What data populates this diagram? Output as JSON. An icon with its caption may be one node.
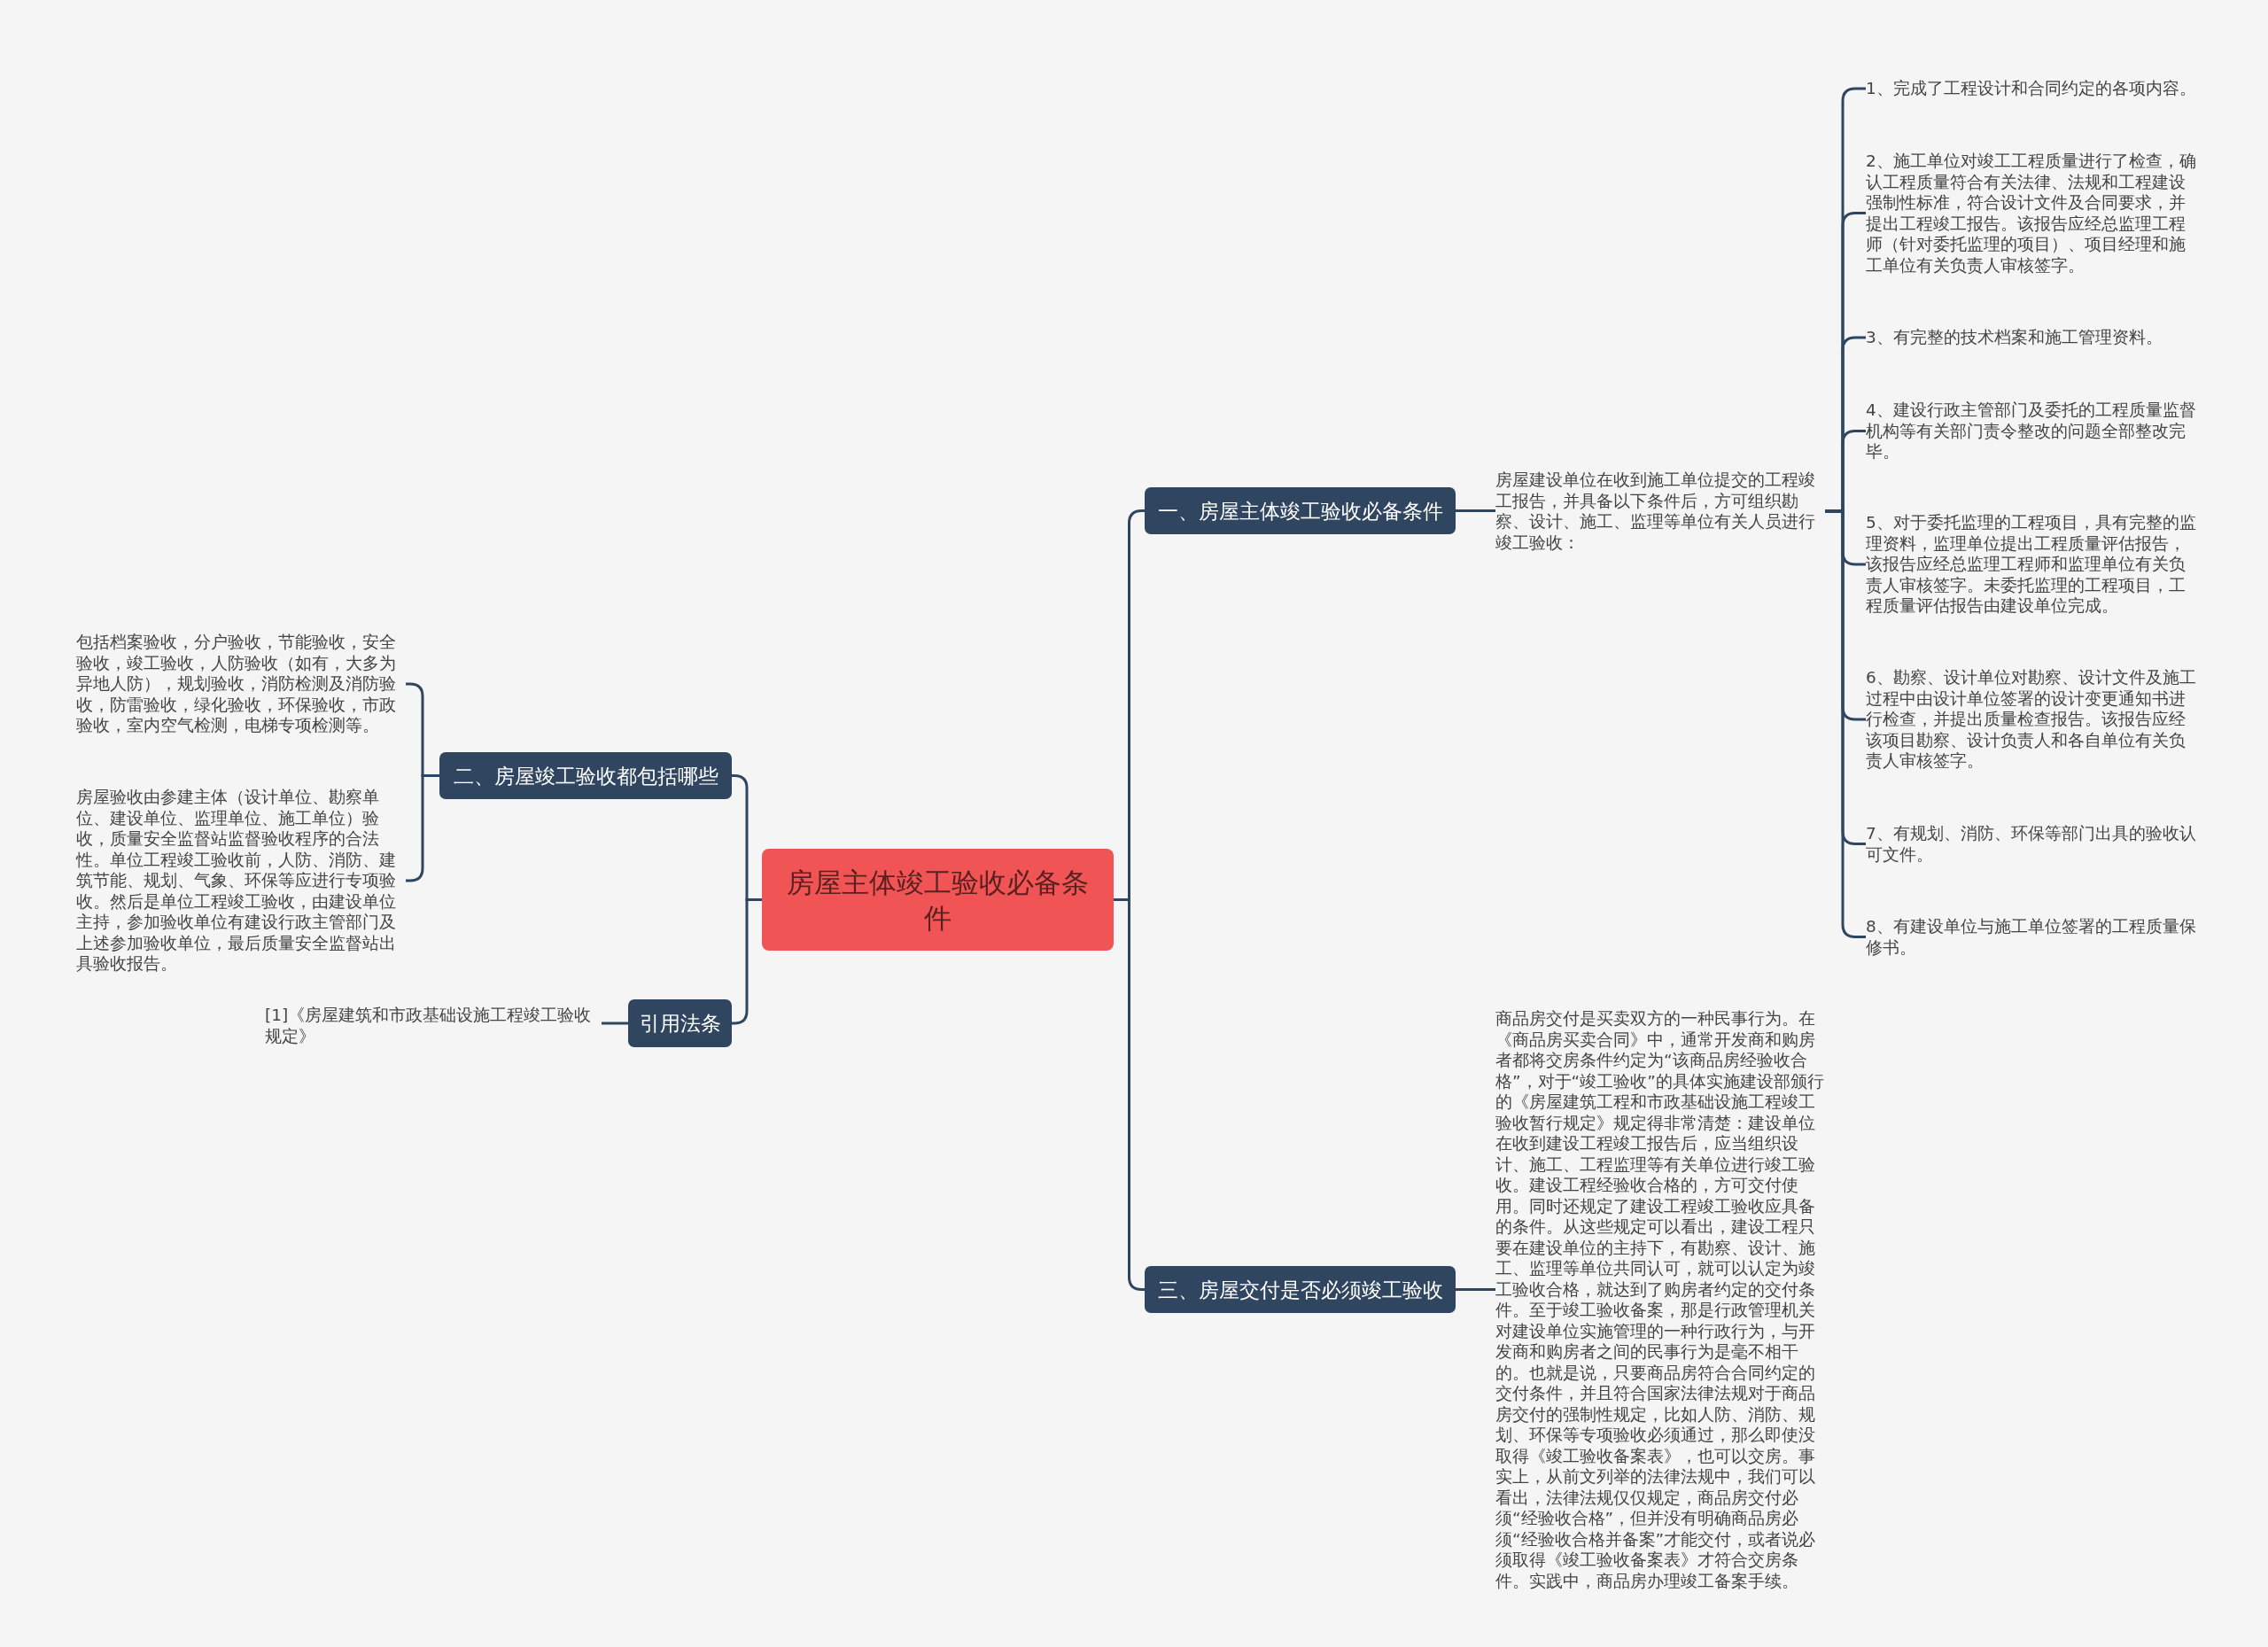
{
  "diagram": {
    "nodes": [
      {
        "text": [
          "房屋主体竣工验收必备条件"
        ]
      },
      {
        "text": [
          "一、房屋主体竣工验收必备条件"
        ]
      },
      {
        "text": [
          "房屋建设单位在收到施工单位提交的工程竣工报告，并具备以下条件后，方可组织勘察、设计、施工、监理等单位有关人员进行竣工验收："
        ]
      },
      {
        "text": [
          "1、完成了工程设计和合同约定的各项内容。"
        ]
      },
      {
        "text": [
          "2、施工单位对竣工工程质量进行了检查，确认工程质量符合有关法律、法规和工程建设强制性标准，符合设计文件及合同要求，并提出工程竣工报告。该报告应经总监理工程师（针对委托监理的项目）、项目经理和施工单位有关负责人审核签字。"
        ]
      },
      {
        "text": [
          "3、有完整的技术档案和施工管理资料。"
        ]
      },
      {
        "text": [
          "4、建设行政主管部门及委托的工程质量监督机构等有关部门责令整改的问题全部整改完毕。"
        ]
      },
      {
        "text": [
          "5、对于委托监理的工程项目，具有完整的监理资料，监理单位提出工程质量评估报告，该报告应经总监理工程师和监理单位有关负责人审核签字。未委托监理的工程项目，工程质量评估报告由建设单位完成。"
        ]
      },
      {
        "text": [
          "6、勘察、设计单位对勘察、设计文件及施工过程中由设计单位签署的设计变更通知书进行检查，并提出质量检查报告。该报告应经该项目勘察、设计负责人和各自单位有关负责人审核签字。"
        ]
      },
      {
        "text": [
          "7、有规划、消防、环保等部门出具的验收认可文件。"
        ]
      },
      {
        "text": [
          "8、有建设单位与施工单位签署的工程质量保修书。"
        ]
      },
      {
        "text": [
          "三、房屋交付是否必须竣工验收"
        ]
      },
      {
        "text": [
          "商品房交付是买卖双方的一种民事行为。在《商品房买卖合同》中，通常开发商和购房者都将交房条件约定为“该商品房经验收合格”，对于“竣工验收”的具体实施建设部颁行的《房屋建筑工程和市政基础设施工程竣工验收暂行规定》规定得非常清楚：建设单位在收到建设工程竣工报告后，应当组织设计、施工、工程监理等有关单位进行竣工验收。建设工程经验收合格的，方可交付使用。同时还规定了建设工程竣工验收应具备的条件。从这些规定可以看出，建设工程只要在建设单位的主持下，有勘察、设计、施工、监理等单位共同认可，就可以认定为竣工验收合格，就达到了购房者约定的交付条件。至于竣工验收备案，那是行政管理机关对建设单位实施管理的一种行政行为，与开发商和购房者之间的民事行为是毫不相干的。也就是说，只要商品房符合合同约定的交付条件，并且符合国家法律法规对于商品房交付的强制性规定，比如人防、消防、规划、环保等专项验收必须通过，那么即使没取得《竣工验收备案表》，也可以交房。事实上，从前文列举的法律法规中，我们可以看出，法律法规仅仅规定，商品房交付必须“经验收合格”，但并没有明确商品房必须“经验收合格并备案”才能交付，或者说必须取得《竣工验收备案表》才符合交房条件。实践中，商品房办理竣工备案手续。"
        ]
      },
      {
        "text": [
          "二、房屋竣工验收都包括哪些"
        ]
      },
      {
        "text": [
          "包括档案验收，分户验收，节能验收，安全验收，竣工验收，人防验收（如有，大多为异地人防），规划验收，消防检测及消防验收，防雷验收，绿化验收，环保验收，市政验收，室内空气检测，电梯专项检测等。"
        ]
      },
      {
        "text": [
          "房屋验收由参建主体（设计单位、勘察单位、建设单位、监理单位、施工单位）验收，质量安全监督站监督验收程序的合法性。单位工程竣工验收前，人防、消防、建筑节能、规划、气象、环保等应进行专项验收。然后是单位工程竣工验收，由建设单位主持，参加验收单位有建设行政主管部门及上述参加验收单位，最后质量安全监督站出具验收报告。"
        ]
      },
      {
        "text": [
          "引用法条"
        ]
      },
      {
        "text": [
          "[1]《房屋建筑和市政基础设施工程竣工验收规定》"
        ]
      }
    ],
    "edges": [
      {
        "from": 0,
        "to": 1,
        "arrow": "none"
      },
      {
        "from": 0,
        "to": 11,
        "arrow": "none"
      },
      {
        "from": 0,
        "to": 13,
        "arrow": "none"
      },
      {
        "from": 0,
        "to": 16,
        "arrow": "none"
      },
      {
        "from": 1,
        "to": 2,
        "arrow": "none"
      },
      {
        "from": 2,
        "to": 3,
        "arrow": "none"
      },
      {
        "from": 2,
        "to": 4,
        "arrow": "none"
      },
      {
        "from": 2,
        "to": 5,
        "arrow": "none"
      },
      {
        "from": 2,
        "to": 6,
        "arrow": "none"
      },
      {
        "from": 2,
        "to": 7,
        "arrow": "none"
      },
      {
        "from": 2,
        "to": 8,
        "arrow": "none"
      },
      {
        "from": 2,
        "to": 9,
        "arrow": "none"
      },
      {
        "from": 2,
        "to": 10,
        "arrow": "none"
      },
      {
        "from": 11,
        "to": 12,
        "arrow": "none"
      },
      {
        "from": 13,
        "to": 14,
        "arrow": "none"
      },
      {
        "from": 13,
        "to": 15,
        "arrow": "none"
      },
      {
        "from": 16,
        "to": 17,
        "arrow": "none"
      }
    ]
  }
}
